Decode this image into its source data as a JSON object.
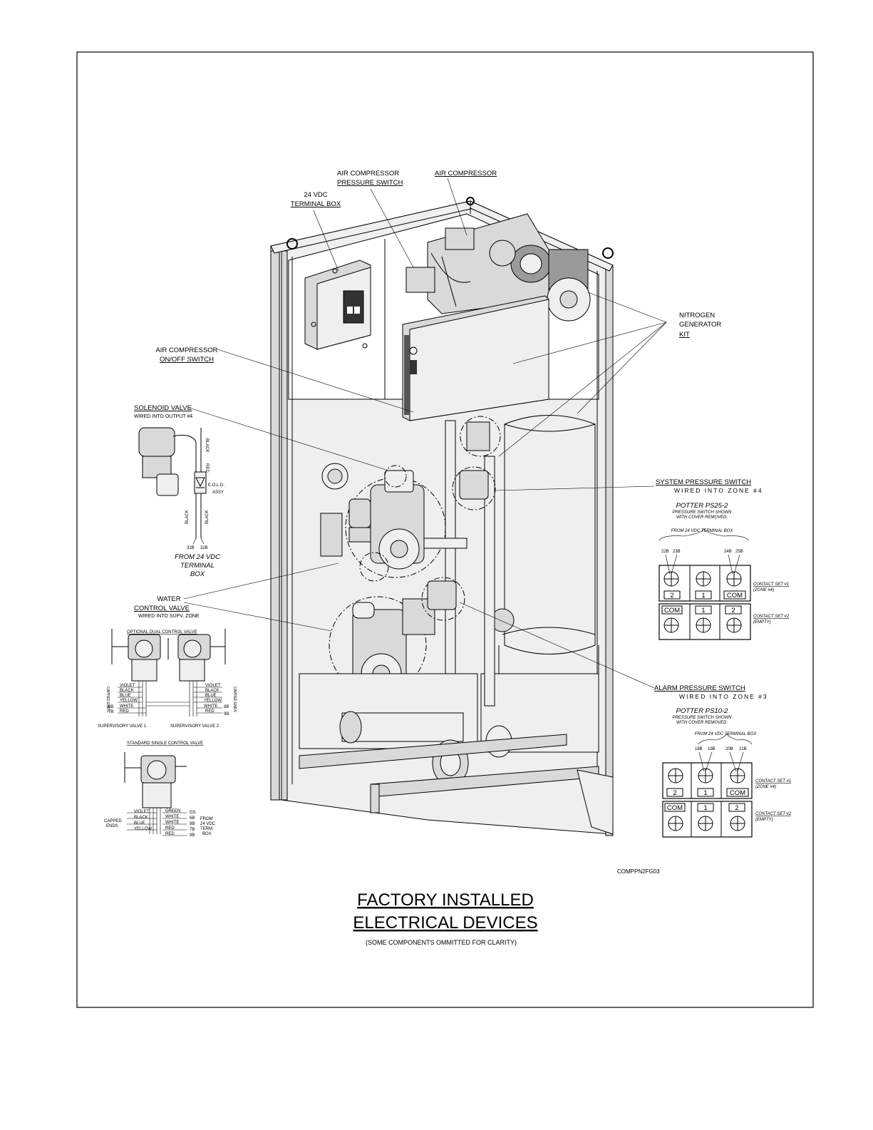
{
  "labels": {
    "terminal_box": [
      "24 VDC",
      "TERMINAL BOX"
    ],
    "air_comp_pressure_switch": [
      "AIR COMPRESSOR",
      "PRESSURE SWITCH"
    ],
    "air_compressor": "AIR COMPRESSOR",
    "nitrogen_kit": [
      "NITROGEN",
      "GENERATOR",
      "KIT"
    ],
    "onoff_switch": [
      "AIR COMPRESSOR",
      "ON/OFF SWITCH"
    ],
    "solenoid_valve": "SOLENOID VALVE",
    "solenoid_wired": "WIRED INTO OUTPUT #4",
    "solenoid_wires": {
      "black1": "BLACK",
      "red": "RED",
      "eold": "E.O.L.D.",
      "assy": "ASSY",
      "black2": "BLACK",
      "black3": "BLACK",
      "t32b": "32B",
      "t32b2": "32B"
    },
    "from_terminal": [
      "FROM 24 VDC",
      "TERMINAL",
      "BOX"
    ],
    "water_control_valve": [
      "WATER",
      "CONTROL VALVE"
    ],
    "water_wired": "WIRED INTO SUPV. ZONE",
    "system_pressure_switch": "SYSTEM PRESSURE SWITCH",
    "system_wired": "WIRED INTO ZONE #4",
    "alarm_pressure_switch": "ALARM PRESSURE SWITCH",
    "alarm_wired": "WIRED INTO ZONE #3",
    "drawing_code": "COMPPN2FG03"
  },
  "dual_valve": {
    "title": "OPTIONAL DUAL CONTROL VALVE",
    "capped_ends": "CAPPED ENDS",
    "wires": [
      "VIOLET",
      "BLACK",
      "BLUE",
      "YELLOW",
      "WHITE",
      "RED"
    ],
    "left_terms": [
      "6B",
      "7B"
    ],
    "right_terms": [
      "8B",
      "9B"
    ],
    "sup1": "SUPERVISORY VALVE 1",
    "sup2": "SUPERVISORY VALVE 2"
  },
  "single_valve": {
    "title": "STANDARD SINGLE CONTROL VALVE",
    "capped_ends": [
      "CAPPED",
      "ENDS"
    ],
    "left_wires": [
      "VIOLET",
      "BLACK",
      "BLUE",
      "YELLOW"
    ],
    "right_wires": [
      "GREEN",
      "WHITE",
      "WHITE",
      "RED",
      "RED"
    ],
    "terms": [
      "GS",
      "6B",
      "8B",
      "7B",
      "9B"
    ],
    "from": [
      "FROM",
      "24 VDC",
      "TERM.",
      "BOX"
    ]
  },
  "potter_system": {
    "model": "POTTER PS25-2",
    "note": [
      "PRESSURE SWITCH SHOWN",
      "WITH COVER REMOVED."
    ],
    "from": "FROM 24 VDC   TERMINAL   BOX",
    "terms": [
      "22B",
      "23B",
      "24B",
      "25B"
    ],
    "set1": [
      "2",
      "1",
      "COM"
    ],
    "set2": [
      "COM",
      "1",
      "2"
    ],
    "set1_label": [
      "CONTACT SET #1",
      "(ZONE #4)"
    ],
    "set2_label": [
      "CONTACT SET #2",
      "(EMPTY)"
    ]
  },
  "potter_alarm": {
    "model": "POTTER PS10-2",
    "note": [
      "PRESSURE SWITCH SHOWN",
      "WITH COVER REMOVED."
    ],
    "from": "FROM 24 VDC   TERMINAL   BOX",
    "terms": [
      "18B",
      "19B",
      "20B",
      "21B"
    ],
    "set1": [
      "2",
      "1",
      "COM"
    ],
    "set2": [
      "COM",
      "1",
      "2"
    ],
    "set1_label": [
      "CONTACT SET #1",
      "(ZONE #4)"
    ],
    "set2_label": [
      "CONTACT SET #2",
      "(EMPTY)"
    ]
  },
  "title": {
    "line1": "FACTORY INSTALLED",
    "line2": "ELECTRICAL DEVICES",
    "note": "(SOME COMPONENTS OMMITTED FOR CLARITY)"
  }
}
